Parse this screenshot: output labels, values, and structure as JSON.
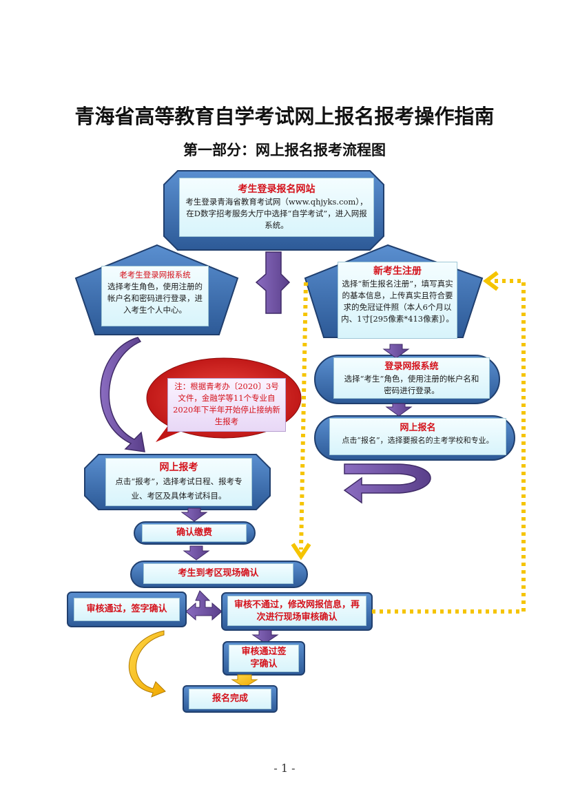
{
  "title": "青海省高等教育自学考试网上报名报考操作指南",
  "subtitle": "第一部分：网上报名报考流程图",
  "nodes": {
    "login_site": {
      "heading": "考生登录报名网站",
      "body": "考生登录青海省教育考试网（www.qhjyks.com），在D数字招考服务大厅中选择“自学考试”，进入网报系统。"
    },
    "old_student": {
      "heading": "老考生登录网报系统",
      "body": "选择考生角色，使用注册的帐户名和密码进行登录，进入考生个人中心。"
    },
    "new_student": {
      "heading": "新考生注册",
      "body": "选择“新生报名注册”，填写真实的基本信息，上传真实且符合要求的免冠证件照（本人6个月以内、1寸[295像素*413像素]）。"
    },
    "login_system": {
      "heading": "登录网报系统",
      "body": "选择“考生”角色，使用注册的帐户名和密码进行登录。"
    },
    "online_register": {
      "heading": "网上报名",
      "body": "点击“报名”，选择要报名的主考学校和专业。"
    },
    "note": {
      "body": "注：根据青考办〔2020〕3号文件，金融学等11个专业自2020年下半年开始停止接纳新生报考"
    },
    "online_exam": {
      "heading": "网上报考",
      "body": "点击“报考”，选择考试日程、报考专业、考区及具体考试科目。"
    },
    "confirm_pay": {
      "label": "确认缴费"
    },
    "onsite_confirm": {
      "label": "考生到考区现场确认"
    },
    "pass_sign": {
      "label": "审核通过，签字确认"
    },
    "fail_modify": {
      "label": "审核不通过，修改网报信息，再次进行现场审核确认"
    },
    "pass_sign2": {
      "label": "审核通过签字确认"
    },
    "complete": {
      "label": "报名完成"
    }
  },
  "page_number": "- 1 -",
  "colors": {
    "blue_shape": "#3f6fb0",
    "purple_arrow": "#6b4f9a",
    "red_text": "#d4111a",
    "yellow_dash": "#f5c400",
    "orange_arrow": "#f2b100",
    "red_bubble": "#d92020"
  }
}
